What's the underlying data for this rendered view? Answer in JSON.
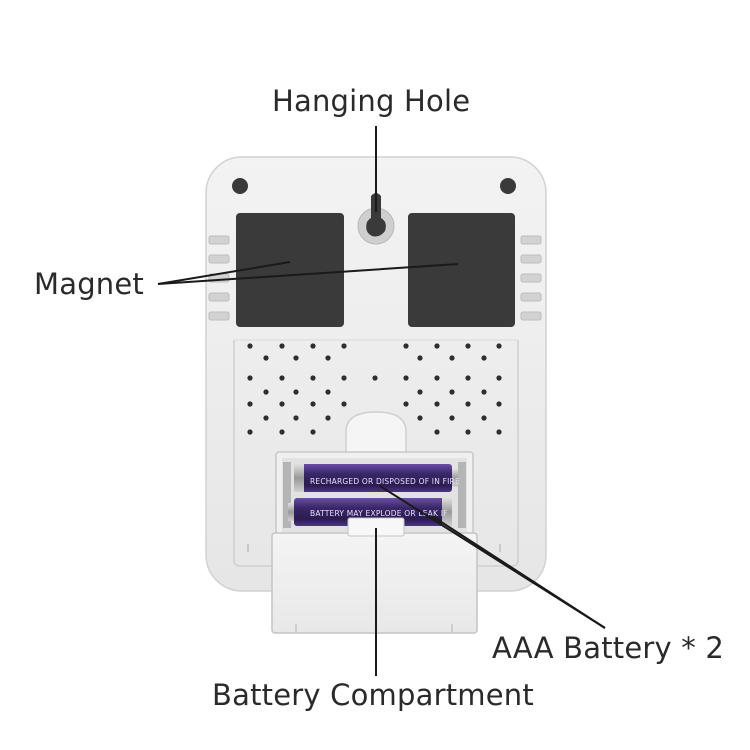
{
  "labels": {
    "hanging_hole": "Hanging Hole",
    "magnet": "Magnet",
    "aaa_battery": "AAA Battery * 2",
    "battery_compartment": "Battery Compartment"
  },
  "battery_print": {
    "line1": "RECHARGED OR DISPOSED OF IN FIRE",
    "line2": "BATTERY MAY EXPLODE OR LEAK IF"
  },
  "colors": {
    "device_body": "#ececec",
    "device_outline": "#d4d4d4",
    "magnet": "#3a3a3a",
    "battery": "#3c2a6a",
    "leader_line": "#1a1a1a"
  }
}
